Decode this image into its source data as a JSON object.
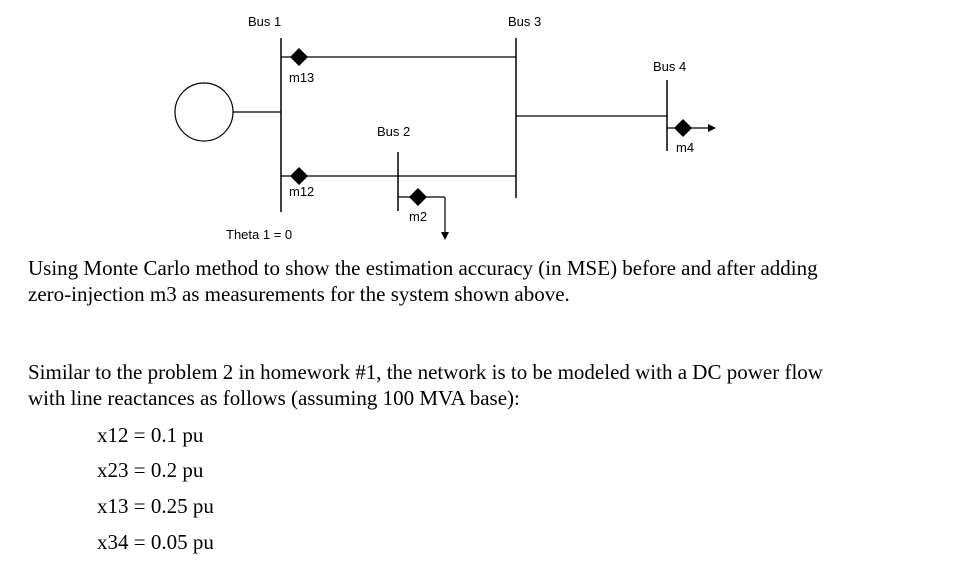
{
  "diagram": {
    "bus1": "Bus 1",
    "bus2": "Bus 2",
    "bus3": "Bus 3",
    "bus4": "Bus 4",
    "m13": "m13",
    "m12": "m12",
    "m2": "m2",
    "m4": "m4",
    "theta": "Theta 1 = 0"
  },
  "text": {
    "p1_line1": "Using Monte Carlo method to show the estimation accuracy (in MSE) before and after adding",
    "p1_line2": "zero-injection m3 as measurements for the system shown above.",
    "p2_line1": "Similar to the problem 2 in homework #1, the network is to be modeled with a DC power flow",
    "p2_line2": "with line reactances as follows (assuming 100 MVA base):"
  },
  "reactances": [
    "x12 = 0.1 pu",
    "x23 = 0.2 pu",
    "x13 = 0.25 pu",
    "x34 = 0.05 pu"
  ]
}
